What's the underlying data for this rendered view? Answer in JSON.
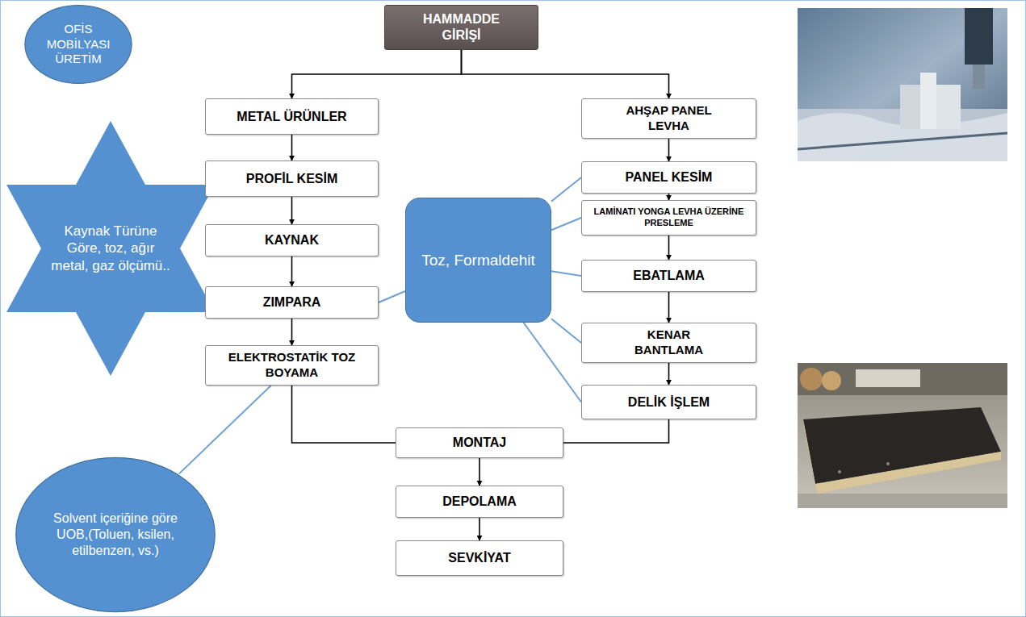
{
  "diagram": {
    "nodes": [
      {
        "text": [
          "OFİS MOBİLYASI ÜRETİM"
        ]
      },
      {
        "text": [
          "HAMMADDE GİRİŞİ"
        ]
      },
      {
        "text": [
          "METAL ÜRÜNLER"
        ]
      },
      {
        "text": [
          "AHŞAP PANEL LEVHA"
        ]
      },
      {
        "text": [
          "Kaynak Türüne Göre, toz, ağır metal, gaz ölçümü.."
        ]
      },
      {
        "text": [
          "PROFİL KESİM"
        ]
      },
      {
        "text": [
          "PANEL KESİM"
        ]
      },
      {
        "text": [
          "KAYNAK"
        ]
      },
      {
        "text": [
          "LAMİNATI YONGA LEVHA ÜZERİNE PRESLEME"
        ]
      },
      {
        "text": [
          "Toz, Formaldehit"
        ]
      },
      {
        "text": [
          "ZIMPARA"
        ]
      },
      {
        "text": [
          "EBATLAMA"
        ]
      },
      {
        "text": [
          "ELEKTROSTATİK TOZ BOYAMA"
        ]
      },
      {
        "text": [
          "KENAR BANTLAMA"
        ]
      },
      {
        "text": [
          "DELİK İŞLEM"
        ]
      },
      {
        "text": [
          "Solvent içeriğine göre UOB,(Toluen, ksilen, etilbenzen, vs.)"
        ]
      },
      {
        "text": [
          "MONTAJ"
        ]
      },
      {
        "text": [
          "DEPOLAMA"
        ]
      },
      {
        "text": [
          "SEVKİYAT"
        ]
      }
    ],
    "edges": [
      {
        "from": 1,
        "to": 2,
        "arrow": "to"
      },
      {
        "from": 1,
        "to": 3,
        "arrow": "to"
      },
      {
        "from": 2,
        "to": 5,
        "arrow": "to"
      },
      {
        "from": 5,
        "to": 7,
        "arrow": "to"
      },
      {
        "from": 7,
        "to": 10,
        "arrow": "to"
      },
      {
        "from": 10,
        "to": 12,
        "arrow": "to"
      },
      {
        "from": 3,
        "to": 6,
        "arrow": "to"
      },
      {
        "from": 6,
        "to": 8,
        "arrow": "to"
      },
      {
        "from": 8,
        "to": 11,
        "arrow": "to"
      },
      {
        "from": 11,
        "to": 13,
        "arrow": "to"
      },
      {
        "from": 13,
        "to": 14,
        "arrow": "to"
      },
      {
        "from": 12,
        "to": 16,
        "arrow": "none"
      },
      {
        "from": 14,
        "to": 16,
        "arrow": "none"
      },
      {
        "from": 16,
        "to": 17,
        "arrow": "to"
      },
      {
        "from": 17,
        "to": 18,
        "arrow": "to"
      },
      {
        "from": 9,
        "to": 6,
        "arrow": "none"
      },
      {
        "from": 9,
        "to": 8,
        "arrow": "none"
      },
      {
        "from": 9,
        "to": 11,
        "arrow": "none"
      },
      {
        "from": 9,
        "to": 13,
        "arrow": "none"
      },
      {
        "from": 9,
        "to": 14,
        "arrow": "none"
      },
      {
        "from": 9,
        "to": 10,
        "arrow": "none"
      },
      {
        "from": 15,
        "to": 12,
        "arrow": "none"
      }
    ]
  }
}
